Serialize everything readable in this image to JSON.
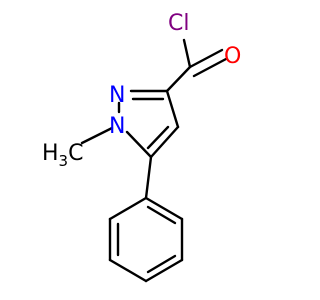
{
  "molecule": {
    "atoms": {
      "chlorine": {
        "symbol": "Cl",
        "color": "#800080"
      },
      "oxygen": {
        "symbol": "O",
        "color": "#ff0000"
      },
      "nitrogen_2": {
        "symbol": "N",
        "color": "#0000ff"
      },
      "nitrogen_1": {
        "symbol": "N",
        "color": "#0000ff"
      },
      "methyl": {
        "symbol": "H",
        "subscript": "3",
        "suffix": "C",
        "color": "#000000"
      }
    },
    "bond_color": "#000000"
  }
}
